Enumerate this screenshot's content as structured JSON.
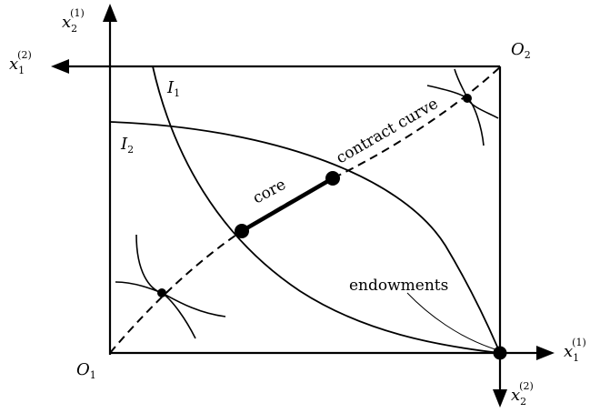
{
  "axes": {
    "o1": {
      "main": "O",
      "sub": "1"
    },
    "o2": {
      "main": "O",
      "sub": "2"
    },
    "x2_1": {
      "main": "x",
      "sub": "2",
      "sup": "(1)"
    },
    "x1_1": {
      "main": "x",
      "sub": "1",
      "sup": "(1)"
    },
    "x1_2": {
      "main": "x",
      "sub": "1",
      "sup": "(2)"
    },
    "x2_2": {
      "main": "x",
      "sub": "2",
      "sup": "(2)"
    }
  },
  "curves": {
    "i1": {
      "main": "I",
      "sub": "1"
    },
    "i2": {
      "main": "I",
      "sub": "2"
    }
  },
  "labels": {
    "core": "core",
    "contract_curve": "contract curve",
    "endowments": "endowments"
  }
}
